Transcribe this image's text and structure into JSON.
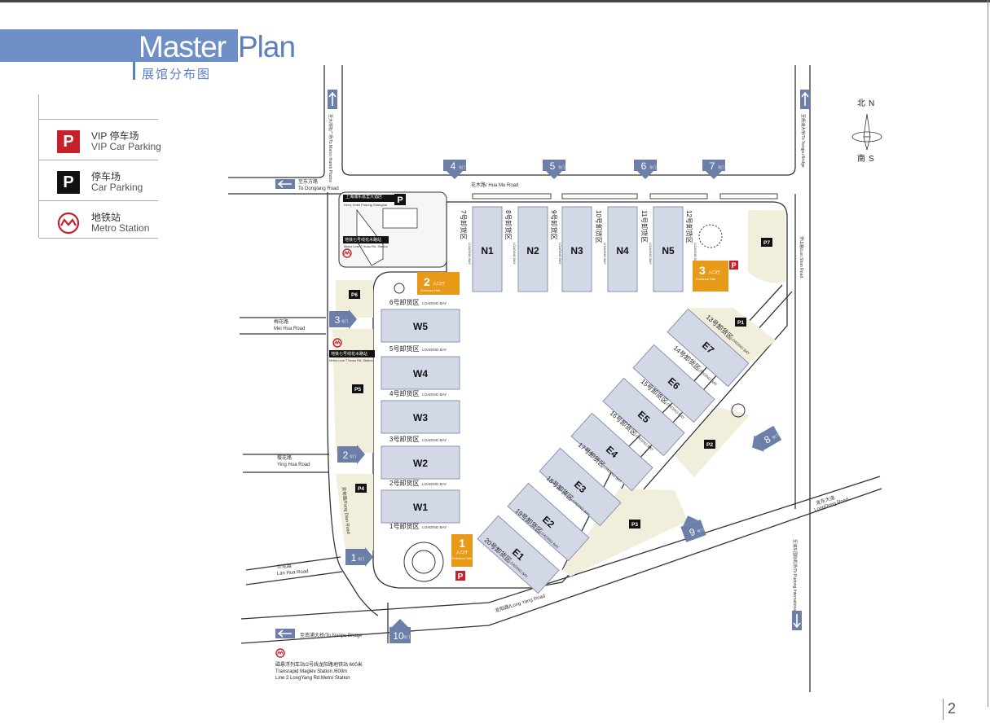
{
  "header": {
    "title_word1": "Master",
    "title_word2": "Plan",
    "subtitle": "展馆分布图"
  },
  "legend": [
    {
      "icon": "P",
      "cn": "VIP 停车场",
      "en": "VIP Car Parking",
      "color": "#c8202a"
    },
    {
      "icon": "P",
      "cn": "停车场",
      "en": "Car Parking",
      "color": "#111111"
    },
    {
      "icon": "metro",
      "cn": "地铁站",
      "en": "Metro Station",
      "color": "#c8202a"
    }
  ],
  "compass": {
    "north_cn": "北",
    "north_en": "N",
    "south_cn": "南",
    "south_en": "S"
  },
  "colors": {
    "hall": "#d3d8e6",
    "hall_stroke": "#8a93ad",
    "gate": "#6b7fa8",
    "entrance": "#e69a17",
    "parking_zone": "#f1eedc",
    "road": "#333333",
    "vip": "#c8202a"
  },
  "gates": [
    {
      "num": "1",
      "label": "号门"
    },
    {
      "num": "2",
      "label": "号门"
    },
    {
      "num": "3",
      "label": "号门"
    },
    {
      "num": "4",
      "label": "号门"
    },
    {
      "num": "5",
      "label": "号门"
    },
    {
      "num": "6",
      "label": "号门"
    },
    {
      "num": "7",
      "label": "号门"
    },
    {
      "num": "8",
      "label": "号门"
    },
    {
      "num": "9",
      "label": "号门"
    },
    {
      "num": "10",
      "label": "号门"
    }
  ],
  "entrances": [
    {
      "num": "1",
      "cn": "入口厅",
      "en": "Entrance Hall"
    },
    {
      "num": "2",
      "cn": "入口厅",
      "en": "Entrance Hall"
    },
    {
      "num": "3",
      "cn": "入口厅",
      "en": "Entrance Hall"
    }
  ],
  "halls_north": [
    "N1",
    "N2",
    "N3",
    "N4",
    "N5"
  ],
  "halls_west": [
    "W5",
    "W4",
    "W3",
    "W2",
    "W1"
  ],
  "halls_east": [
    "E7",
    "E6",
    "E5",
    "E4",
    "E3",
    "E2",
    "E1"
  ],
  "loading_bay_en": "LOADING BAY",
  "loading_north": [
    "7号卸货区",
    "8号卸货区",
    "9号卸货区",
    "10号卸货区",
    "11号卸货区",
    "12号卸货区"
  ],
  "loading_west": [
    "6号卸货区",
    "5号卸货区",
    "4号卸货区",
    "3号卸货区",
    "2号卸货区",
    "1号卸货区"
  ],
  "loading_east": [
    "13号卸货区",
    "14号卸货区",
    "15号卸货区",
    "16号卸货区",
    "17号卸货区",
    "18号卸货区",
    "19号卸货区",
    "20号卸货区"
  ],
  "parking": [
    "P1",
    "P2",
    "P3",
    "P4",
    "P5",
    "P6",
    "P7"
  ],
  "roads": {
    "huamu_cn": "花木路/ Hua Mu Road",
    "luoshan": "罗山路/Luo Shan Road",
    "meihua_cn": "梅花路",
    "meihua_en": "Mei Hua Road",
    "yinghua_cn": "樱花路",
    "yinghua_en": "Ying Hua Road",
    "lanhua_cn": "兰花路",
    "lanhua_en": "Lan Hua Road",
    "fangdian": "芳甸路/Fang Dian Road",
    "longyang": "龙阳路/Long Yang Road",
    "longdong_cn": "龙东大道",
    "longdong_en": "LongDong Road",
    "dongfang_cn": "至东方路",
    "dongfang_en": "To Donglang Road",
    "nanpu": "至南浦大桥/To Nanpu Bridge",
    "marco": "至大拇指广场/To Marco thumb Plazza",
    "yangpu": "至杨浦大桥/To Yangpu Bridge",
    "airport": "至浦东国际机场/To Pudong International Airport"
  },
  "landmarks": {
    "hotel_cn": "上海浦东嘉里大酒店",
    "hotel_en": "Kerry Hotel Pudong Shanghai",
    "metro7_cn": "地铁七号线花木路站",
    "metro7_en": "Metro Line 7 Huau Rd. Station",
    "maglev_cn": "磁悬浮列车站/2号线龙阳路地铁站  600米",
    "maglev_en1": "Transrapid Maglev Station  /600m",
    "maglev_en2": "Line 2 LongYang Rd.Metro Station"
  },
  "page_number": "2"
}
